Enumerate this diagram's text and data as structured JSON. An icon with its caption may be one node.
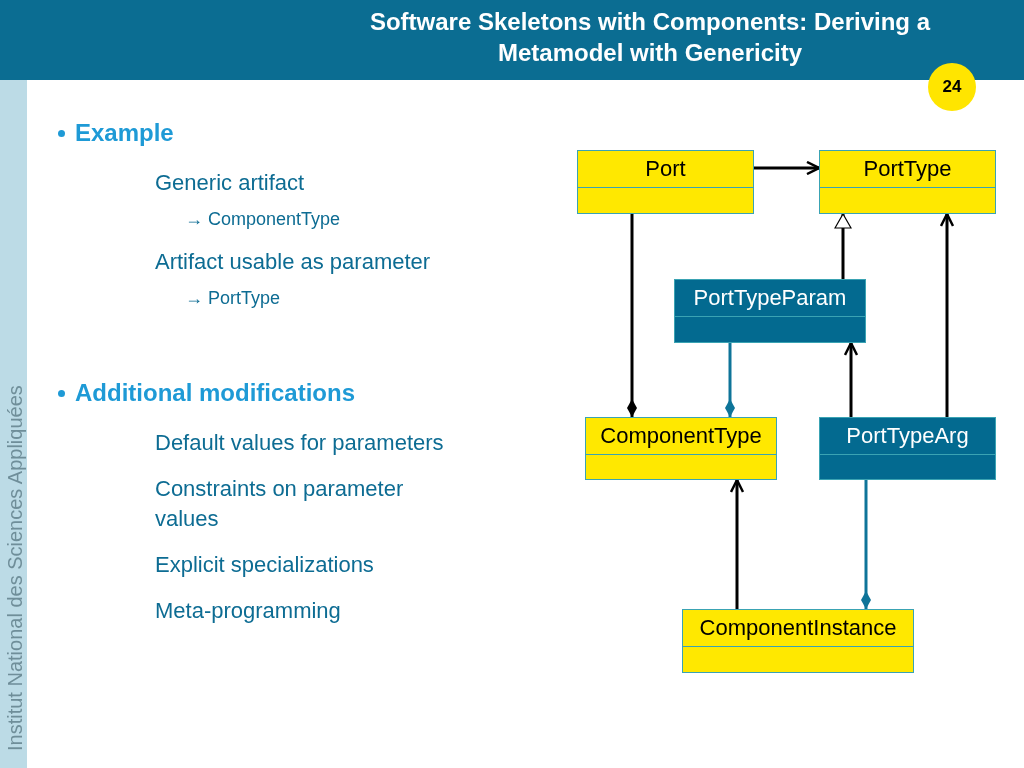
{
  "diagram": {
    "title": "Software Skeletons with Components: Deriving a Metamodel with Genericity",
    "nodes": [
      {
        "text": [
          "Port"
        ]
      },
      {
        "text": [
          "PortType"
        ]
      },
      {
        "text": [
          "PortTypeParam"
        ]
      },
      {
        "text": [
          "ComponentType"
        ]
      },
      {
        "text": [
          "PortTypeArg"
        ]
      },
      {
        "text": [
          "ComponentInstance"
        ]
      }
    ],
    "edges": [
      {
        "from": 0,
        "to": 1,
        "arrow": "to"
      },
      {
        "from": 2,
        "to": 1,
        "arrow": "to"
      },
      {
        "from": 4,
        "to": 2,
        "arrow": "to"
      },
      {
        "from": 4,
        "to": 1,
        "arrow": "to"
      },
      {
        "from": 3,
        "to": 0,
        "arrow": "other"
      },
      {
        "from": 3,
        "to": 2,
        "arrow": "other",
        "color": "#0e7499"
      },
      {
        "from": 5,
        "to": 3,
        "arrow": "to"
      },
      {
        "from": 5,
        "to": 4,
        "arrow": "other",
        "color": "#0e7499"
      }
    ],
    "labels": [
      "24",
      "Example",
      "Generic artifact",
      "→ ComponentType",
      "Artifact usable as parameter",
      "→ PortType",
      "Additional modifications",
      "Default values for parameters",
      "Constraints on parameter values",
      "Explicit specializations",
      "Meta-programming",
      "Institut National des Sciences Appliquées"
    ]
  }
}
